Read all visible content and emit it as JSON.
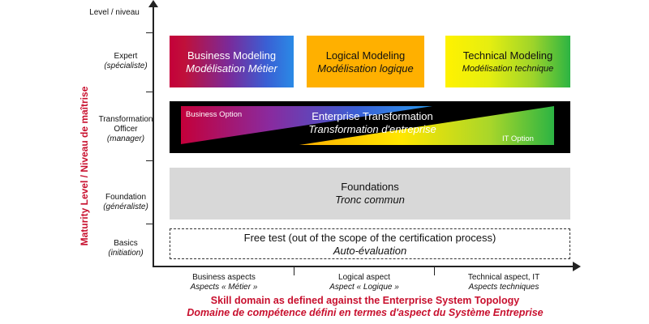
{
  "y_axis": {
    "header": "Level / niveau",
    "title": "Maturity Level / Niveau de maîtrise",
    "levels": [
      {
        "label": "Expert",
        "sub": "(spécialiste)"
      },
      {
        "label": "Transformation Officer",
        "sub": "(manager)"
      },
      {
        "label": "Foundation",
        "sub": "(généraliste)"
      },
      {
        "label": "Basics",
        "sub": "(initiation)"
      }
    ]
  },
  "x_axis": {
    "categories": [
      {
        "label": "Business aspects",
        "sub": "Aspects « Métier »"
      },
      {
        "label": "Logical aspect",
        "sub": "Aspect « Logique »"
      },
      {
        "label": "Technical aspect, IT",
        "sub": "Aspects techniques"
      }
    ],
    "title_en": "Skill domain as defined against the Enterprise System Topology",
    "title_fr": "Domaine de compétence défini en termes d'aspect du Système Entreprise"
  },
  "expert_boxes": [
    {
      "title": "Business Modeling",
      "sub": "Modélisation Métier"
    },
    {
      "title": "Logical Modeling",
      "sub": "Modélisation logique"
    },
    {
      "title": "Technical Modeling",
      "sub": "Modélisation technique"
    }
  ],
  "transformation": {
    "title": "Enterprise Transformation",
    "sub": "Transformation d'entreprise",
    "business_option": "Business Option",
    "it_option": "IT Option"
  },
  "foundations": {
    "title": "Foundations",
    "sub": "Tronc commun"
  },
  "basics": {
    "title": "Free test (out of the scope of the certification process)",
    "sub": "Auto-évaluation"
  },
  "colors": {
    "accent_red": "#c8102e",
    "foundation_gray": "#d8d8d8",
    "transformation_bg": "#000000"
  }
}
